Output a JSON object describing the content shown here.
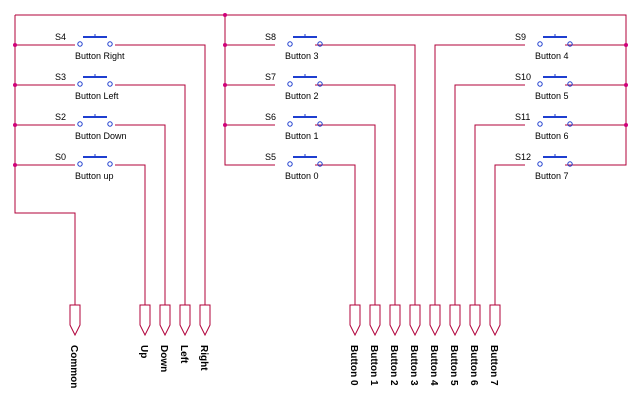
{
  "colors": {
    "wire": "#b0003a",
    "node": "#d0007a",
    "switch": "#1f3fd0",
    "background": "#ffffff"
  },
  "switches": [
    {
      "ref": "S4",
      "label": "Button Right"
    },
    {
      "ref": "S3",
      "label": "Button Left"
    },
    {
      "ref": "S2",
      "label": "Button Down"
    },
    {
      "ref": "S0",
      "label": "Button up"
    },
    {
      "ref": "S8",
      "label": "Button 3"
    },
    {
      "ref": "S7",
      "label": "Button 2"
    },
    {
      "ref": "S6",
      "label": "Button 1"
    },
    {
      "ref": "S5",
      "label": "Button 0"
    },
    {
      "ref": "S9",
      "label": "Button 4"
    },
    {
      "ref": "S10",
      "label": "Button 5"
    },
    {
      "ref": "S11",
      "label": "Button 6"
    },
    {
      "ref": "S12",
      "label": "Button 7"
    }
  ],
  "connectors": [
    "Common",
    "Up",
    "Down",
    "Left",
    "Right",
    "Button 0",
    "Button 1",
    "Button 2",
    "Button 3",
    "Button 4",
    "Button 5",
    "Button 6",
    "Button 7"
  ]
}
